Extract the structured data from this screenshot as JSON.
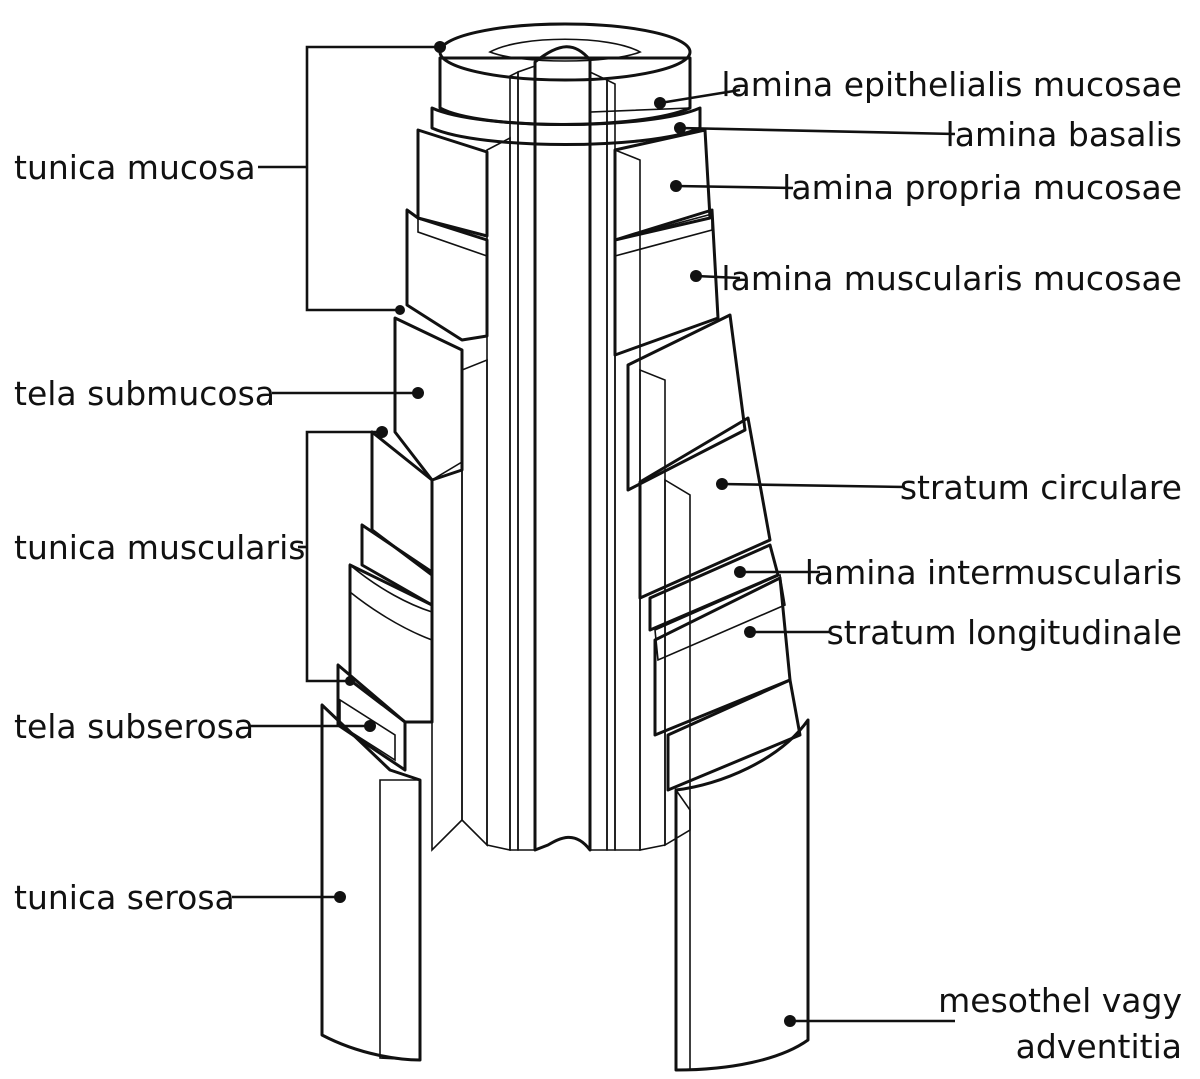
{
  "labels": {
    "tunica_mucosa": "tunica mucosa",
    "tela_submucosa": "tela submucosa",
    "tunica_muscularis": "tunica muscularis",
    "tela_subserosa": "tela subserosa",
    "tunica_serosa": "tunica serosa",
    "lamina_epithelialis": "lamina epithelialis mucosae",
    "lamina_basalis": "lamina basalis",
    "lamina_propria": "lamina propria mucosae",
    "lamina_muscularis": "lamina muscularis mucosae",
    "stratum_circulare": "stratum circulare",
    "lamina_intermuscularis": "lamina intermuscularis",
    "stratum_longitudinale": "stratum longitudinale",
    "mesothel_line1": "mesothel vagy",
    "mesothel_line2": "adventitia"
  },
  "colors": {
    "ink": "#111111",
    "background": "#ffffff"
  }
}
